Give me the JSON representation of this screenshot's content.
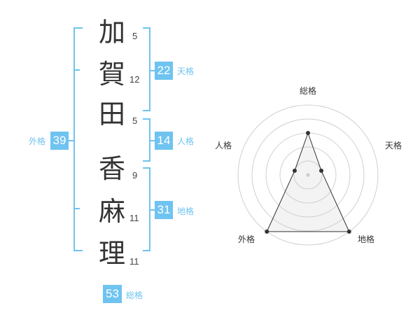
{
  "name_chars": [
    {
      "char": "加",
      "strokes": "5"
    },
    {
      "char": "賀",
      "strokes": "12"
    },
    {
      "char": "田",
      "strokes": "5"
    },
    {
      "char": "香",
      "strokes": "9"
    },
    {
      "char": "麻",
      "strokes": "11"
    },
    {
      "char": "理",
      "strokes": "11"
    }
  ],
  "kakusu": {
    "tenkaku": {
      "value": "22",
      "label": "天格"
    },
    "jinkaku": {
      "value": "14",
      "label": "人格"
    },
    "chikaku": {
      "value": "31",
      "label": "地格"
    },
    "gaikaku": {
      "value": "39",
      "label": "外格"
    },
    "soukaku": {
      "value": "53",
      "label": "総格"
    }
  },
  "colors": {
    "accent": "#6fc3f0",
    "text": "#333333",
    "grid": "#d0d0d0"
  },
  "chart_data": {
    "type": "radar",
    "axes": [
      "総格",
      "天格",
      "地格",
      "外格",
      "人格"
    ],
    "rings": 5,
    "scale": [
      0,
      5
    ],
    "values": [
      3,
      1,
      5,
      5,
      1
    ]
  }
}
